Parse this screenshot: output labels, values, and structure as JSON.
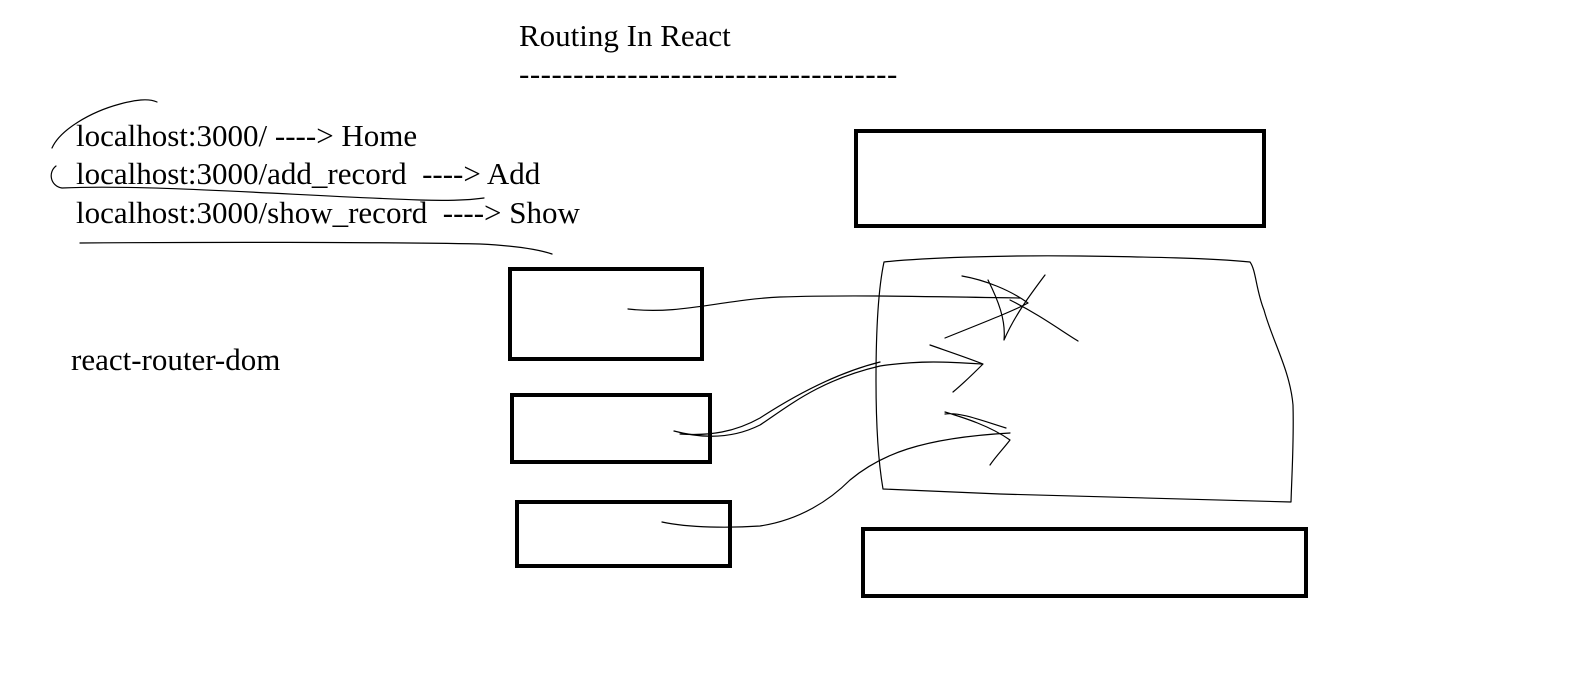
{
  "title": "Routing In React",
  "title_rule": "-----------------------------------",
  "routes": [
    {
      "text": "localhost:3000/ ----> Home"
    },
    {
      "text": "localhost:3000/add_record  ----> Add"
    },
    {
      "text": "localhost:3000/show_record  ----> Show"
    }
  ],
  "library": "react-router-dom",
  "colors": {
    "ink": "#000000",
    "background": "#ffffff"
  }
}
